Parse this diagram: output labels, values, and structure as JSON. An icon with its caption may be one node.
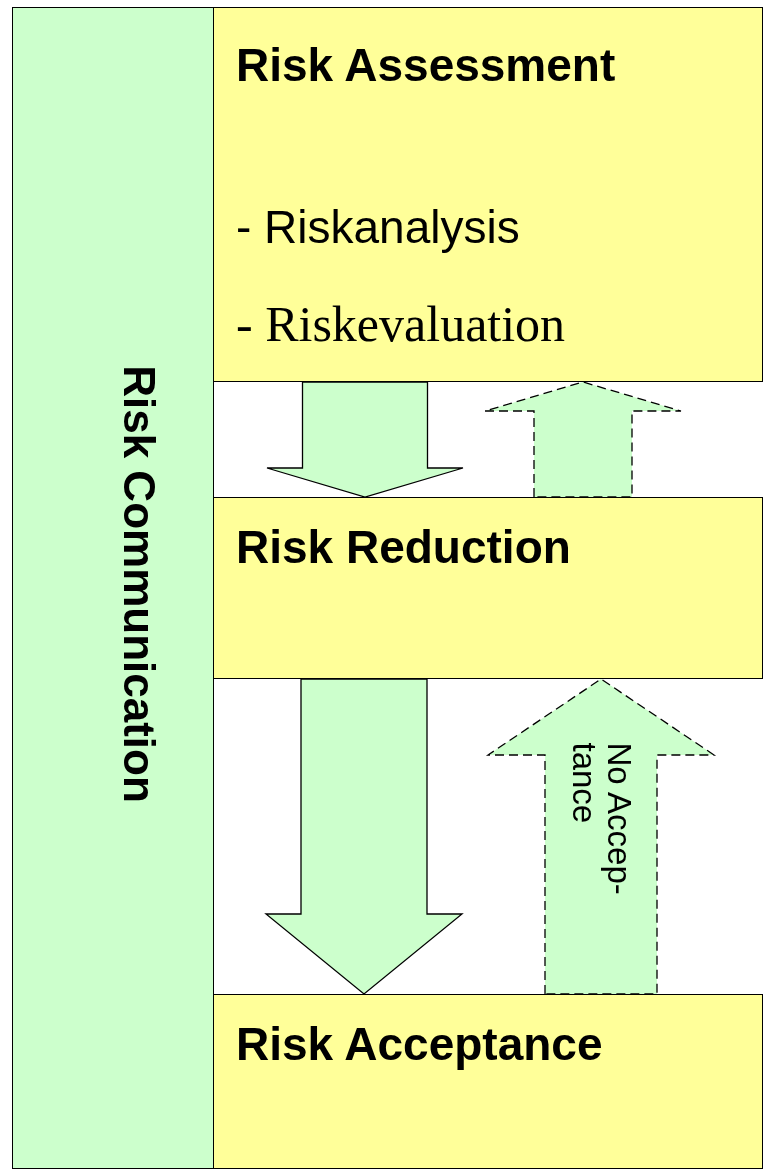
{
  "diagram": {
    "nodes": [
      {
        "text": [
          "Risk Communication"
        ]
      },
      {
        "text": [
          "Risk Assessment",
          "- Riskanalysis",
          "- Riskevaluation"
        ]
      },
      {
        "text": [
          "Risk Reduction"
        ]
      },
      {
        "text": [
          "Risk Acceptance"
        ]
      }
    ],
    "edges": [
      {
        "from": 1,
        "to": 2,
        "arrow": "to"
      },
      {
        "from": 2,
        "to": 1,
        "arrow": "to",
        "style": "dashed"
      },
      {
        "from": 2,
        "to": 3,
        "arrow": "to"
      },
      {
        "from": 3,
        "to": 2,
        "arrow": "to",
        "style": "dashed",
        "label": "No Accep- tance"
      }
    ]
  }
}
